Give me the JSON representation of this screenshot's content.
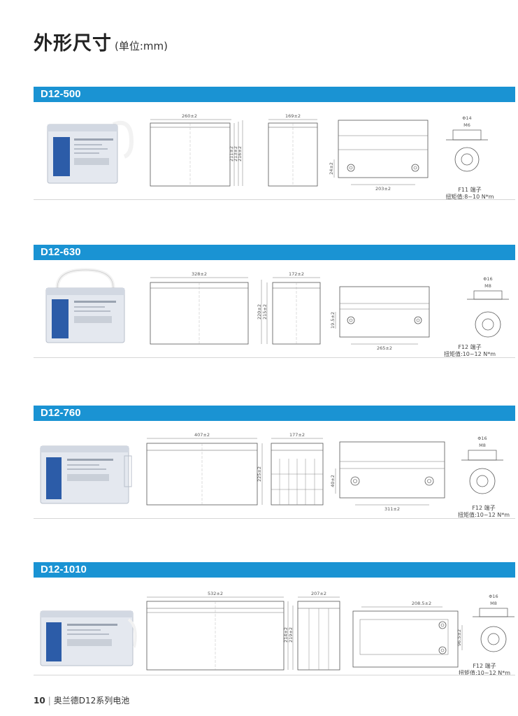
{
  "title": "外形尺寸",
  "unit": "(单位:mm)",
  "footer": {
    "page": "10",
    "series": "奥兰德D12系列电池"
  },
  "colors": {
    "bar": "#1a93d3",
    "line": "#555555",
    "battery": "#e3e7ee"
  },
  "models": [
    {
      "name": "D12-500",
      "length": "260±2",
      "width": "169±2",
      "heights": [
        "211±2",
        "213±2",
        "216±2"
      ],
      "terminal_spacing": "203±2",
      "terminal_height": "24±2",
      "hole": "Φ14",
      "bolt": "M6",
      "terminal_name": "F11 端子",
      "torque": "扭矩值:8~10 N*m"
    },
    {
      "name": "D12-630",
      "length": "328±2",
      "width": "172±2",
      "heights": [
        "220±2",
        "215±2"
      ],
      "terminal_spacing": "265±2",
      "terminal_height": "19.5±2",
      "hole": "Φ16",
      "bolt": "M8",
      "terminal_name": "F12 端子",
      "torque": "扭矩值:10~12 N*m"
    },
    {
      "name": "D12-760",
      "length": "407±2",
      "width": "177±2",
      "heights": [
        "225±2"
      ],
      "terminal_spacing": "311±2",
      "terminal_height": "40±2",
      "hole": "Φ16",
      "bolt": "M8",
      "terminal_name": "F12 端子",
      "torque": "扭矩值:10~12 N*m"
    },
    {
      "name": "D12-1010",
      "length": "532±2",
      "width": "207±2",
      "heights": [
        "214±2",
        "219±2"
      ],
      "terminal_spacing": "208.5±2",
      "terminal_height": "96.5±2",
      "hole": "Φ16",
      "bolt": "M8",
      "terminal_name": "F12 端子",
      "torque": "扭矩值:10~12 N*m"
    }
  ]
}
